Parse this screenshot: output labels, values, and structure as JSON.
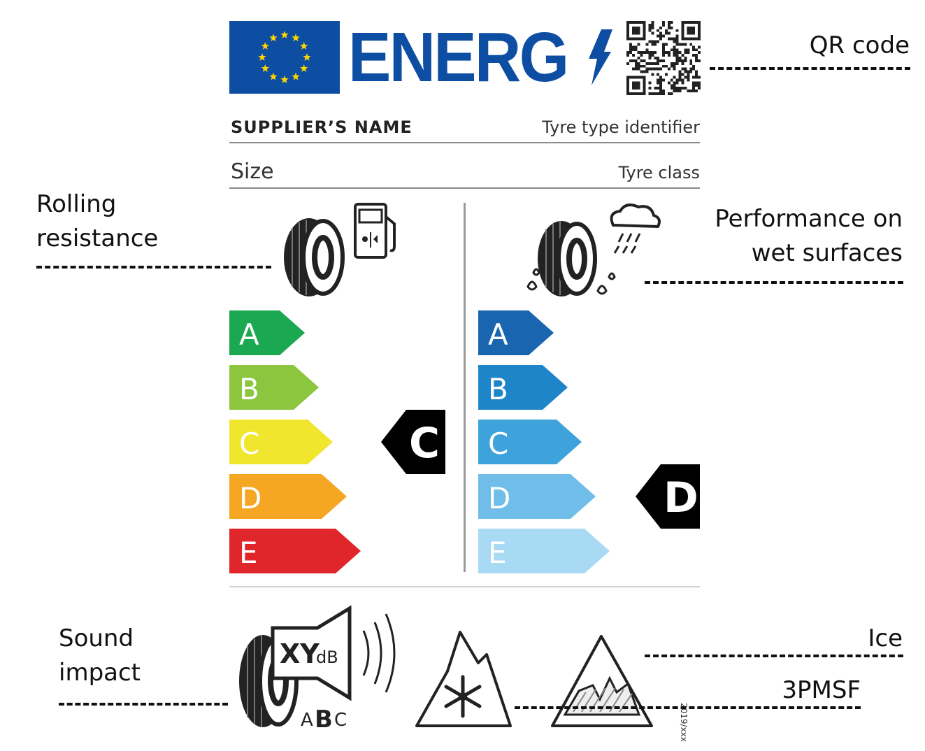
{
  "header": {
    "title": "ENERG",
    "bolt_icon": "lightning-bolt-icon",
    "flag_icon": "eu-flag-icon",
    "qr_icon": "qr-code-icon"
  },
  "label": {
    "supplier_name": "SUPPLIER’S NAME",
    "tyre_type_identifier": "Tyre type identifier",
    "size": "Size",
    "tyre_class": "Tyre class",
    "regulation": "2019/xxx"
  },
  "rolling_resistance": {
    "classes": [
      {
        "letter": "A",
        "color": "#1aa850"
      },
      {
        "letter": "B",
        "color": "#8cc63f"
      },
      {
        "letter": "C",
        "color": "#f0e62d"
      },
      {
        "letter": "D",
        "color": "#f5a623"
      },
      {
        "letter": "E",
        "color": "#e1262b"
      }
    ],
    "selected": "C"
  },
  "wet_grip": {
    "classes": [
      {
        "letter": "A",
        "color": "#1a65b0"
      },
      {
        "letter": "B",
        "color": "#1e86c8"
      },
      {
        "letter": "C",
        "color": "#3ea3db"
      },
      {
        "letter": "D",
        "color": "#6fbde8"
      },
      {
        "letter": "E",
        "color": "#a9daf4"
      }
    ],
    "selected": "D"
  },
  "noise": {
    "value_text": "XY",
    "unit": "dB",
    "class_letters": [
      "A",
      "B",
      "C"
    ],
    "selected_class": "B"
  },
  "callouts": {
    "qr_code": "QR code",
    "rolling_resistance_line1": "Rolling",
    "rolling_resistance_line2": "resistance",
    "wet_line1": "Performance on",
    "wet_line2": "wet surfaces",
    "sound_line1": "Sound",
    "sound_line2": "impact",
    "ice": "Ice",
    "pmsf": "3PMSF"
  }
}
